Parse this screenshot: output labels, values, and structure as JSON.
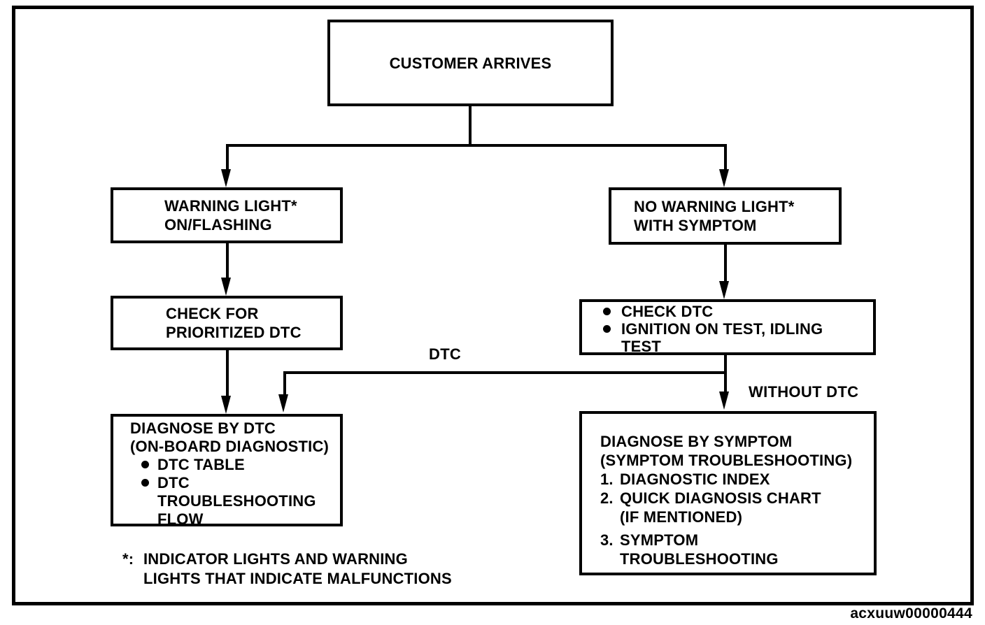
{
  "document": {
    "watermark": "acxuuw00000444",
    "colors": {
      "ink": "#000000",
      "paper": "#ffffff"
    }
  },
  "flowchart": {
    "nodes": {
      "customer_arrives": {
        "lines": [
          "CUSTOMER ARRIVES"
        ]
      },
      "warning_light": {
        "lines": [
          "WARNING LIGHT*",
          "ON/FLASHING"
        ]
      },
      "no_warning_light": {
        "lines": [
          "NO WARNING LIGHT*",
          "WITH SYMPTOM"
        ]
      },
      "check_for_prioritized_dtc": {
        "lines": [
          "CHECK FOR",
          "PRIORITIZED DTC"
        ]
      },
      "check_dtc_tests": {
        "bullets": [
          {
            "lines": [
              "CHECK DTC"
            ]
          },
          {
            "lines": [
              "IGNITION ON TEST, IDLING",
              "TEST"
            ]
          }
        ]
      },
      "diagnose_by_dtc": {
        "lines": [
          "DIAGNOSE BY DTC",
          "(ON-BOARD DIAGNOSTIC)"
        ],
        "bullets": [
          {
            "lines": [
              "DTC TABLE"
            ]
          },
          {
            "lines": [
              "DTC",
              "TROUBLESHOOTING",
              "FLOW"
            ]
          }
        ]
      },
      "diagnose_by_symptom": {
        "lines": [
          "DIAGNOSE BY SYMPTOM",
          "(SYMPTOM TROUBLESHOOTING)"
        ],
        "items": [
          {
            "num": "1.",
            "lines": [
              "DIAGNOSTIC INDEX"
            ]
          },
          {
            "num": "2.",
            "lines": [
              "QUICK DIAGNOSIS CHART",
              "(IF MENTIONED)"
            ]
          },
          {
            "num": "3.",
            "lines": [
              "SYMPTOM",
              "TROUBLESHOOTING"
            ]
          }
        ]
      }
    },
    "edge_labels": {
      "dtc": "DTC",
      "without_dtc": "WITHOUT DTC"
    },
    "edges": [
      {
        "from": "customer_arrives",
        "to": "warning_light",
        "label": ""
      },
      {
        "from": "customer_arrives",
        "to": "no_warning_light",
        "label": ""
      },
      {
        "from": "warning_light",
        "to": "check_for_prioritized_dtc",
        "label": ""
      },
      {
        "from": "no_warning_light",
        "to": "check_dtc_tests",
        "label": ""
      },
      {
        "from": "check_for_prioritized_dtc",
        "to": "diagnose_by_dtc",
        "label": ""
      },
      {
        "from": "check_dtc_tests",
        "to": "diagnose_by_dtc",
        "label": "DTC"
      },
      {
        "from": "check_dtc_tests",
        "to": "diagnose_by_symptom",
        "label": "WITHOUT DTC"
      }
    ],
    "footnote": {
      "marker": "*:",
      "lines": [
        "INDICATOR LIGHTS AND WARNING",
        "LIGHTS THAT INDICATE MALFUNCTIONS"
      ]
    }
  }
}
